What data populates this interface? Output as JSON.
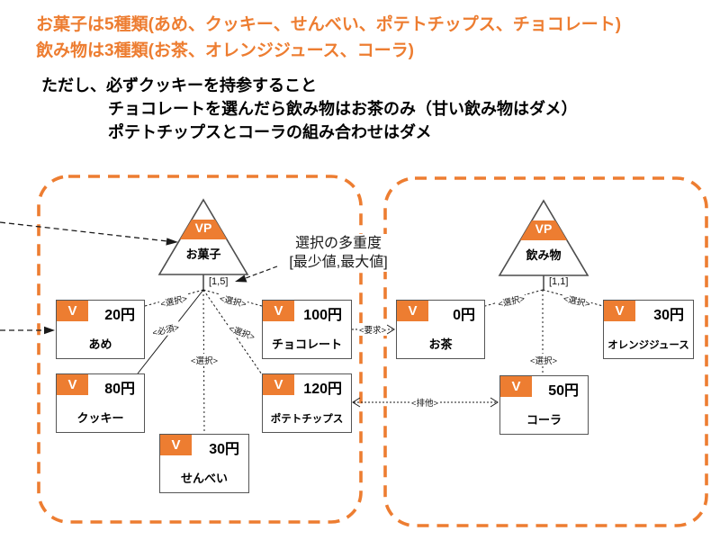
{
  "slide": {
    "title_lines": [
      "お菓子は5種類(あめ、クッキー、せんべい、ポテトチップス、チョコレート)",
      "飲み物は3種類(お茶、オレンジジュース、コーラ)"
    ],
    "note_lines": [
      "ただし、必ずクッキーを持参すること",
      "チョコレートを選んだら飲み物はお茶のみ（甘い飲み物はダメ）",
      "ポテトチップスとコーラの組み合わせはダメ"
    ]
  },
  "annotation": {
    "line1": "選択の多重度",
    "line2": "[最少値,最大値]"
  },
  "labels": {
    "select": "<選択>",
    "mandatory": "<必須>",
    "requires": "<要求>",
    "excludes": "<排他>"
  },
  "groups": [
    {
      "vp_tag": "VP",
      "name": "お菓子",
      "multiplicity": "[1,5]",
      "nodes": [
        {
          "tag": "V",
          "price": "20円",
          "name": "あめ"
        },
        {
          "tag": "V",
          "price": "80円",
          "name": "クッキー"
        },
        {
          "tag": "V",
          "price": "30円",
          "name": "せんべい"
        },
        {
          "tag": "V",
          "price": "100円",
          "name": "チョコレート"
        },
        {
          "tag": "V",
          "price": "120円",
          "name": "ポテトチップス"
        }
      ]
    },
    {
      "vp_tag": "VP",
      "name": "飲み物",
      "multiplicity": "[1,1]",
      "nodes": [
        {
          "tag": "V",
          "price": "0円",
          "name": "お茶"
        },
        {
          "tag": "V",
          "price": "30円",
          "name": "オレンジジュース"
        },
        {
          "tag": "V",
          "price": "50円",
          "name": "コーラ"
        }
      ]
    }
  ],
  "colors": {
    "accent_orange": "#ED7D31",
    "box_border": "#555555",
    "line": "#1a1a1a"
  }
}
